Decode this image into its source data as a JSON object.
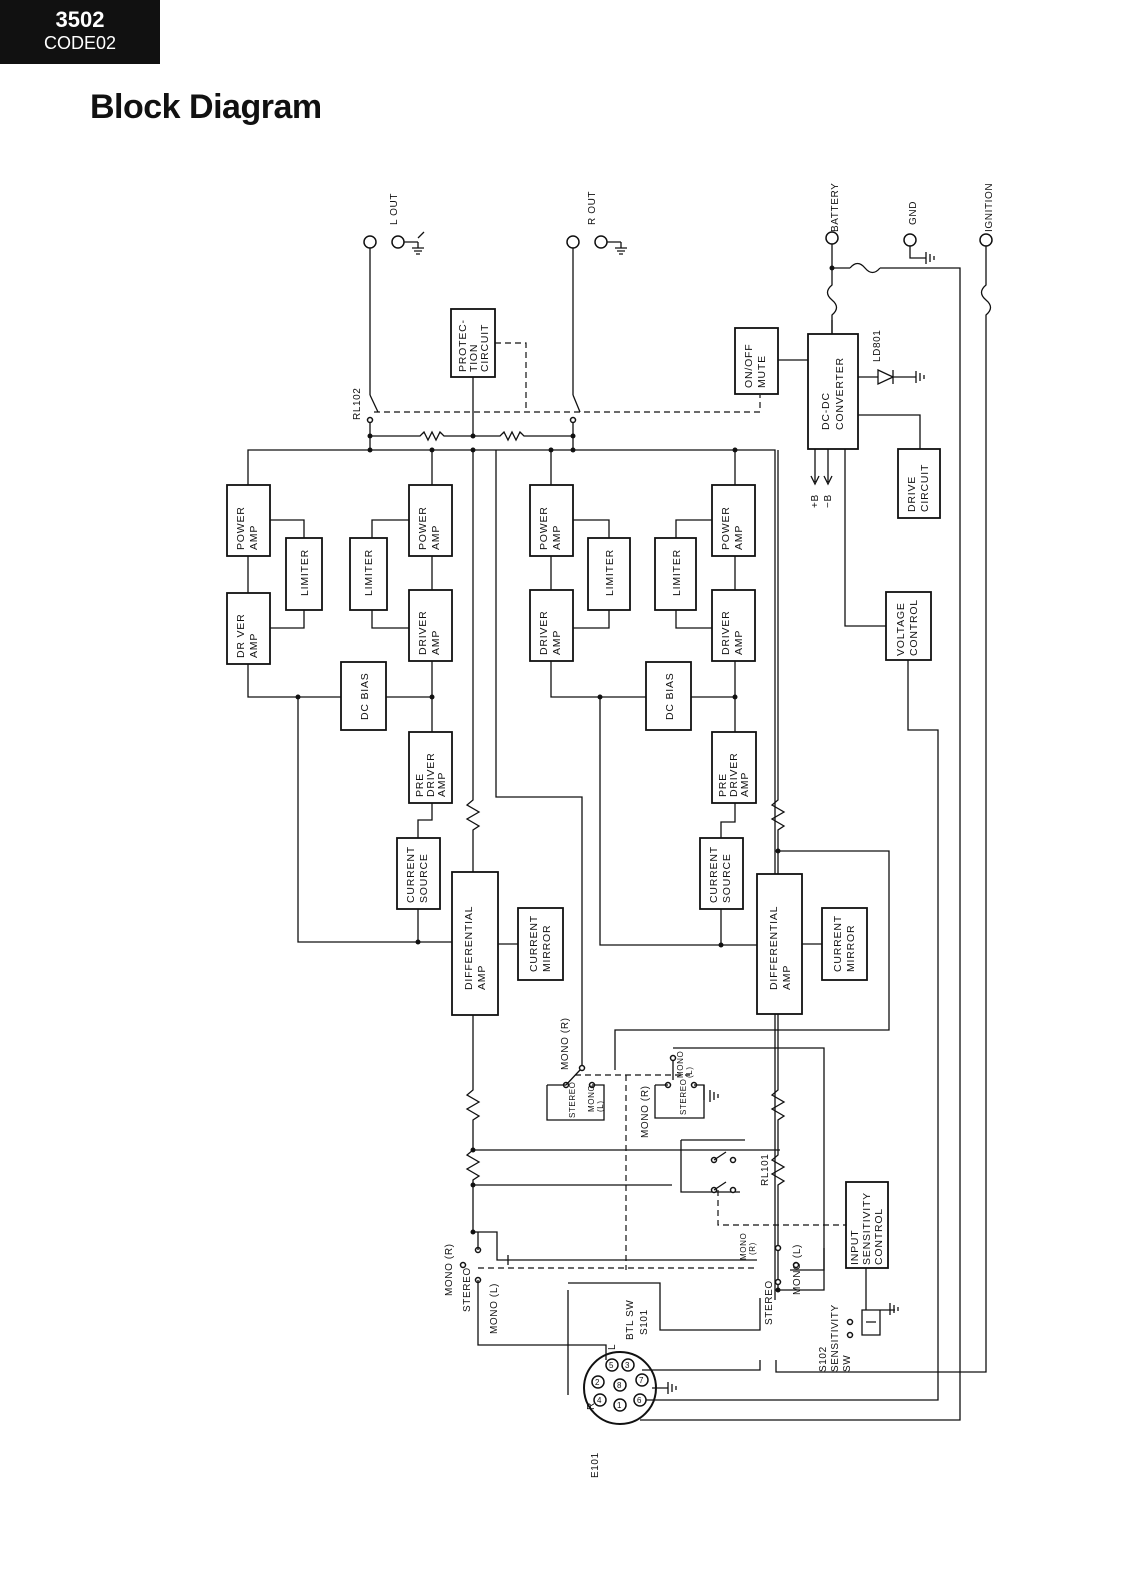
{
  "header": {
    "model": "3502",
    "code": "CODE02",
    "title": "Block Diagram"
  },
  "terminals": {
    "l_out": "L OUT",
    "r_out": "R OUT",
    "battery": "BATTERY",
    "gnd": "GND",
    "ignition": "IGNITION"
  },
  "blocks": {
    "protection": [
      "PROTEC-",
      "TION",
      "CIRCUIT"
    ],
    "on_off_mute": [
      "ON/OFF",
      "MUTE"
    ],
    "dc_dc_converter": [
      "DC-DC",
      "CONVERTER"
    ],
    "drive_circuit": [
      "DRIVE",
      "CIRCUIT"
    ],
    "voltage_control": [
      "VOLTAGE",
      "CONTROL"
    ],
    "power_amp": [
      "POWER",
      "AMP"
    ],
    "limiter": [
      "LIMITER"
    ],
    "driver_amp_a": [
      "DR VER",
      "AMP"
    ],
    "driver_amp": [
      "DRIVER",
      "AMP"
    ],
    "dc_bias": [
      "DC BIAS"
    ],
    "pre_driver_amp": [
      "PRE",
      "DRIVER",
      "AMP"
    ],
    "current_source": [
      "CURRENT",
      "SOURCE"
    ],
    "differential_amp": [
      "DIFFERENTIAL",
      "AMP"
    ],
    "current_mirror": [
      "CURRENT",
      "MIRROR"
    ],
    "input_sensitivity_control": [
      "INPUT",
      "SENSITIVITY",
      "CONTROL"
    ]
  },
  "labels": {
    "rl102": "RL102",
    "ld801": "LD801",
    "plus_b": "+B",
    "minus_b": "−B",
    "mono_r": "MONO (R)",
    "mono_l": "MONO (L)",
    "stereo": "STEREO",
    "mono_r_small": "MONO",
    "mono_r_small2": "(R)",
    "mono_l_small": "MONO",
    "mono_l_small2": "(L)",
    "rl101": "RL101",
    "btl_sw": "BTL SW",
    "s101": "S101",
    "s102": "S102",
    "sensitivity": "SENSITIVITY",
    "sw": "SW",
    "e101": "E101",
    "conn_l": "L",
    "conn_r": "R",
    "pins": [
      "5",
      "3",
      "2",
      "8",
      "7",
      "4",
      "1",
      "6"
    ]
  }
}
